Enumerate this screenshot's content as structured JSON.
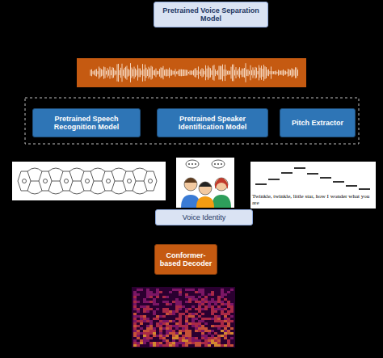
{
  "diagram": {
    "nodes": [
      {
        "text": [
          "Pretrained Voice Separation Model"
        ]
      },
      {
        "text": [
          "Pretrained Speech Recognition Model"
        ]
      },
      {
        "text": [
          "Pretrained Speaker Identification Model"
        ]
      },
      {
        "text": [
          "Pitch Extractor"
        ]
      },
      {
        "text": [
          "Voice Identity"
        ]
      },
      {
        "text": [
          "Conformer-based Decoder"
        ]
      }
    ],
    "labels": [
      "Twinkle, twinkle, little star, how I wonder what you are"
    ]
  }
}
